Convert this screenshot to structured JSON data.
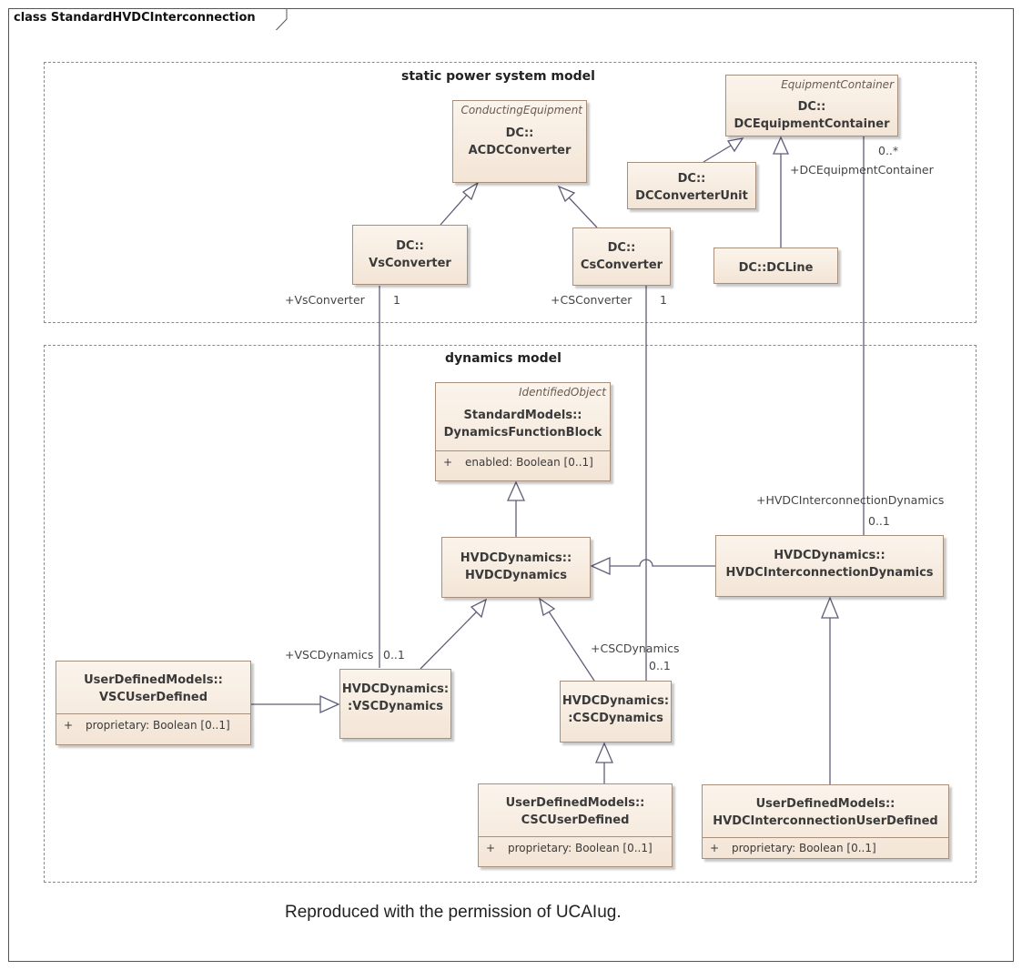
{
  "frame": {
    "title": "class StandardHVDCInterconnection"
  },
  "packages": {
    "static": "static power system model",
    "dynamics": "dynamics model"
  },
  "classes": {
    "acdc": {
      "stereotype": "ConductingEquipment",
      "line1": "DC::",
      "line2": "ACDCConverter"
    },
    "dceq": {
      "stereotype": "EquipmentContainer",
      "line1": "DC::",
      "line2": "DCEquipmentContainer"
    },
    "dccu": {
      "line1": "DC::",
      "line2": "DCConverterUnit"
    },
    "vsc": {
      "line1": "DC::",
      "line2": "VsConverter"
    },
    "csc": {
      "line1": "DC::",
      "line2": "CsConverter"
    },
    "dcline": {
      "line1": "DC::DCLine"
    },
    "dfb": {
      "stereotype": "IdentifiedObject",
      "line1": "StandardModels::",
      "line2": "DynamicsFunctionBlock",
      "attr_vis": "+",
      "attr": "enabled: Boolean [0..1]"
    },
    "hvdc": {
      "line1": "HVDCDynamics::",
      "line2": "HVDCDynamics"
    },
    "hvdcic": {
      "line1": "HVDCDynamics::",
      "line2": "HVDCInterconnectionDynamics"
    },
    "vscud": {
      "line1": "UserDefinedModels::",
      "line2": "VSCUserDefined",
      "attr_vis": "+",
      "attr": "proprietary: Boolean [0..1]"
    },
    "vscdyn": {
      "line1": "HVDCDynamics:",
      "line2": ":VSCDynamics"
    },
    "cscdyn": {
      "line1": "HVDCDynamics:",
      "line2": ":CSCDynamics"
    },
    "cscud": {
      "line1": "UserDefinedModels::",
      "line2": "CSCUserDefined",
      "attr_vis": "+",
      "attr": "proprietary: Boolean [0..1]"
    },
    "hvdcicud": {
      "line1": "UserDefinedModels::",
      "line2": "HVDCInterconnectionUserDefined",
      "attr_vis": "+",
      "attr": "proprietary: Boolean [0..1]"
    }
  },
  "labels": {
    "vsconverter_role": "+VsConverter",
    "vsconverter_mult": "1",
    "csconverter_role": "+CSConverter",
    "csconverter_mult": "1",
    "dceq_mult": "0..*",
    "dceq_role": "+DCEquipmentContainer",
    "hvdcic_role": "+HVDCInterconnectionDynamics",
    "hvdcic_mult": "0..1",
    "vscdyn_role": "+VSCDynamics",
    "vscdyn_mult": "0..1",
    "cscdyn_role": "+CSCDynamics",
    "cscdyn_mult": "0..1"
  },
  "caption": "Reproduced with the permission of UCAIug."
}
